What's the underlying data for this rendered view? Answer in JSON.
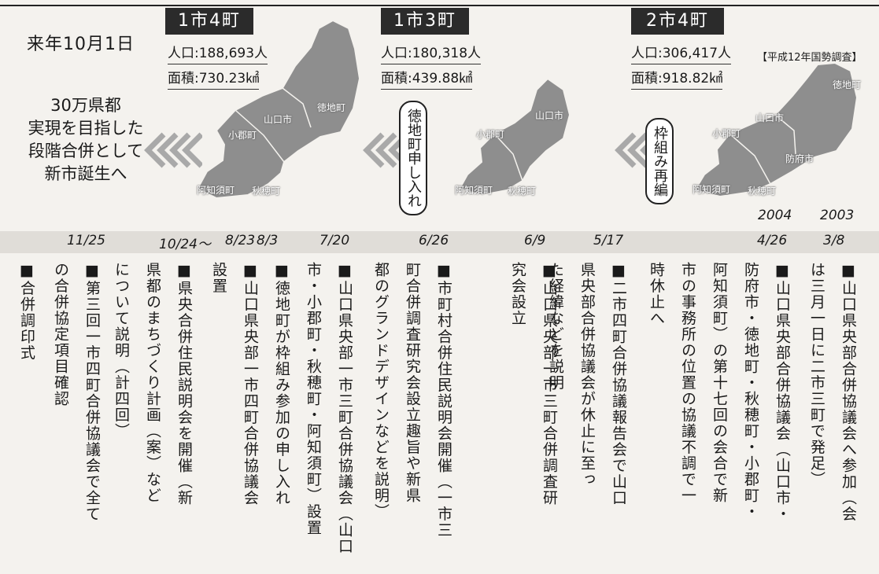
{
  "header": {
    "date": "来年10月1日",
    "slogan": [
      "30万県都",
      "実現を目指した",
      "段階合併として",
      "新市誕生へ"
    ],
    "census_note": "【平成12年国勢調査】"
  },
  "stages": [
    {
      "title": "1市4町",
      "population": "人口:188,693人",
      "area": "面積:730.23㎢"
    },
    {
      "title": "1市3町",
      "population": "人口:180,318人",
      "area": "面積:439.88㎢"
    },
    {
      "title": "2市4町",
      "population": "人口:306,417人",
      "area": "面積:918.82㎢"
    }
  ],
  "map_labels": {
    "map1": [
      "徳地町",
      "山口市",
      "小郡町",
      "阿知須町",
      "秋穂町"
    ],
    "map2": [
      "山口市",
      "小郡町",
      "阿知須町",
      "秋穂町"
    ],
    "map3": [
      "徳地町",
      "山口市",
      "小郡町",
      "防府市",
      "阿知須町",
      "秋穂町"
    ]
  },
  "arrow_notes": [
    "徳地町申し入れ",
    "枠組み再編"
  ],
  "timeline_years": [
    "2004",
    "2003"
  ],
  "timeline": [
    {
      "date": "3/8",
      "lines": [
        "■山口県央部合併協議会へ参加（会",
        "は三月一日に二市三町で発足）"
      ]
    },
    {
      "date": "4/26",
      "lines": [
        "■山口県央部合併協議会（山口市・",
        "防府市・徳地町・秋穂町・小郡町・",
        "阿知須町）の第十七回の会合で新",
        "市の事務所の位置の協議不調で一",
        "時休止へ"
      ]
    },
    {
      "date": "5/17",
      "lines": [
        "■二市四町合併協議報告会で山口",
        "県央部合併協議会が休止に至っ",
        "た経緯などを説明"
      ]
    },
    {
      "date": "6/9",
      "lines": [
        "■山口県央部一市三町合併調査研",
        "究会設立"
      ]
    },
    {
      "date": "6/26",
      "lines": [
        "■市町村合併住民説明会開催（一市三",
        "町合併調査研究会設立趣旨や新県",
        "都のグランドデザインなどを説明）"
      ]
    },
    {
      "date": "7/20",
      "lines": [
        "■山口県央部一市三町合併協議会（山口",
        "市・小郡町・秋穂町・阿知須町）設置"
      ]
    },
    {
      "date": "8/3",
      "lines": [
        "■徳地町が枠組み参加の申し入れ"
      ]
    },
    {
      "date": "8/23",
      "lines": [
        "■山口県央部一市四町合併協議会",
        "設置"
      ]
    },
    {
      "date": "10/24〜",
      "lines": [
        "■県央合併住民説明会を開催（新",
        "県都のまちづくり計画（案）など",
        "について説明（計四回）"
      ]
    },
    {
      "date": "11/25",
      "lines": [
        "■第三回一市四町合併協議会で全て",
        "の合併協定項目確認"
      ]
    },
    {
      "date": "",
      "lines": [
        "■合併調印式"
      ]
    }
  ]
}
